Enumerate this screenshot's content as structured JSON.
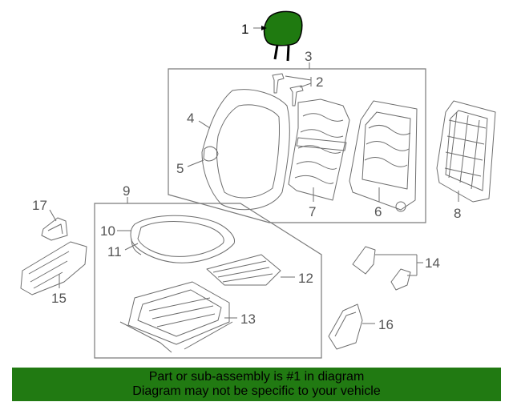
{
  "callouts": {
    "c1": "1",
    "c2": "2",
    "c3": "3",
    "c4": "4",
    "c5": "5",
    "c6": "6",
    "c7": "7",
    "c8": "8",
    "c9": "9",
    "c10": "10",
    "c11": "11",
    "c12": "12",
    "c13": "13",
    "c14": "14",
    "c15": "15",
    "c16": "16",
    "c17": "17"
  },
  "highlight_part": "1",
  "colors": {
    "highlight_fill": "#1f7a10",
    "banner_bg": "#217a12",
    "line_art": "#6e6e6e"
  },
  "banner": {
    "line1": "Part or sub-assembly is #1 in diagram",
    "line2": "Diagram may not be specific to your vehicle"
  }
}
